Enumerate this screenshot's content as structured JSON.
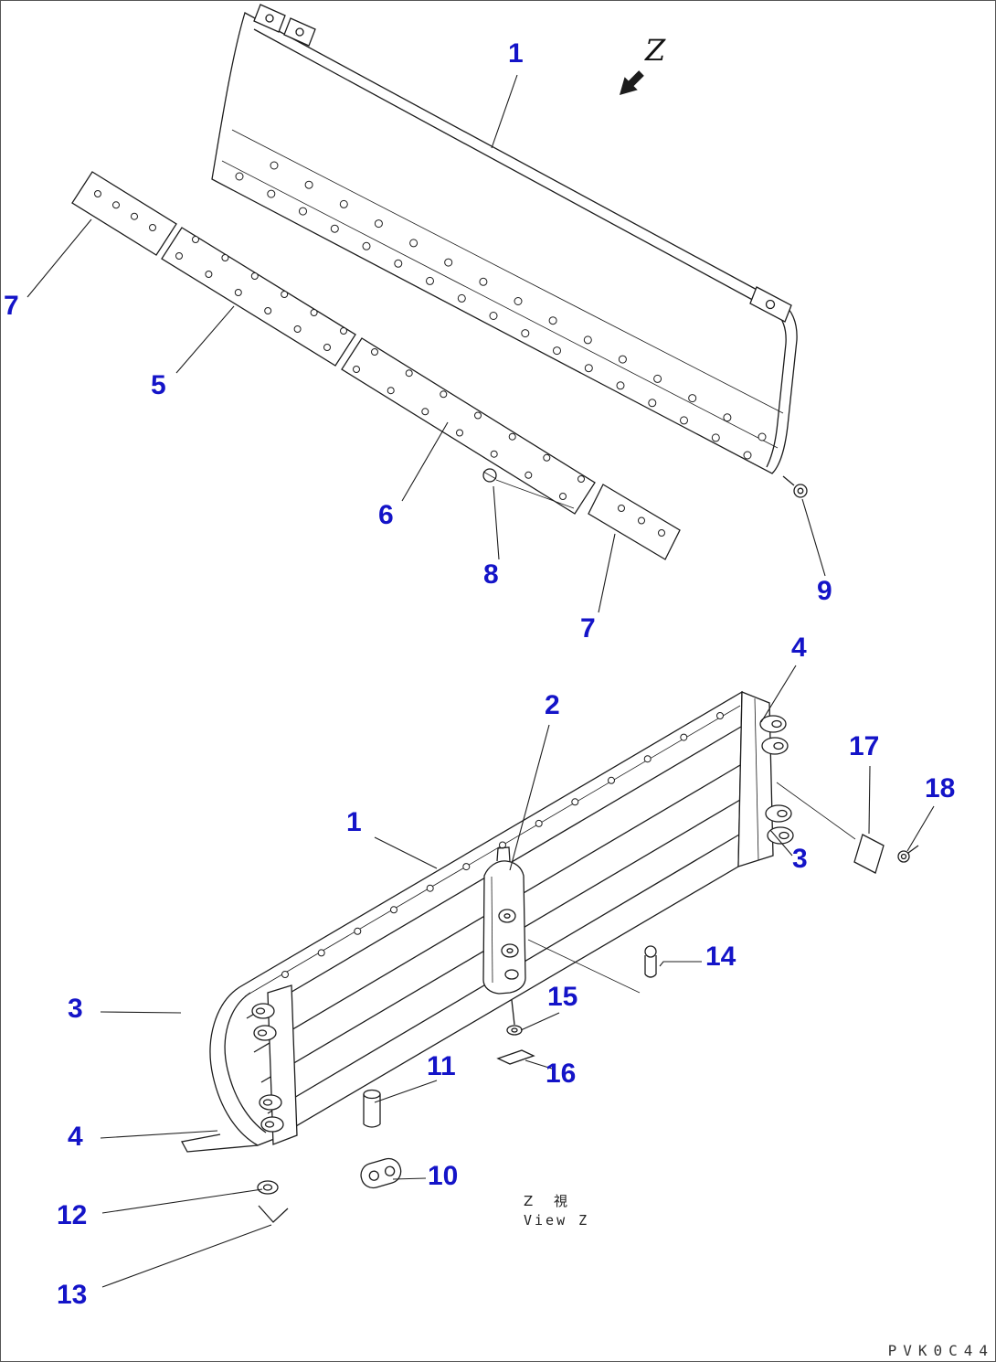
{
  "page": {
    "code": "PVK0C44",
    "view_arrow_label": "Z",
    "view_label_jp": "Z 視",
    "view_label_en": "View Z"
  },
  "colors": {
    "callout": "#1414c8",
    "line": "#1c1c1c",
    "background": "#ffffff"
  },
  "callouts": [
    {
      "label": "1"
    },
    {
      "label": "7"
    },
    {
      "label": "5"
    },
    {
      "label": "6"
    },
    {
      "label": "8"
    },
    {
      "label": "9"
    },
    {
      "label": "7"
    },
    {
      "label": "4"
    },
    {
      "label": "2"
    },
    {
      "label": "17"
    },
    {
      "label": "18"
    },
    {
      "label": "1"
    },
    {
      "label": "3"
    },
    {
      "label": "14"
    },
    {
      "label": "3"
    },
    {
      "label": "15"
    },
    {
      "label": "11"
    },
    {
      "label": "16"
    },
    {
      "label": "4"
    },
    {
      "label": "10"
    },
    {
      "label": "12"
    },
    {
      "label": "13"
    }
  ]
}
